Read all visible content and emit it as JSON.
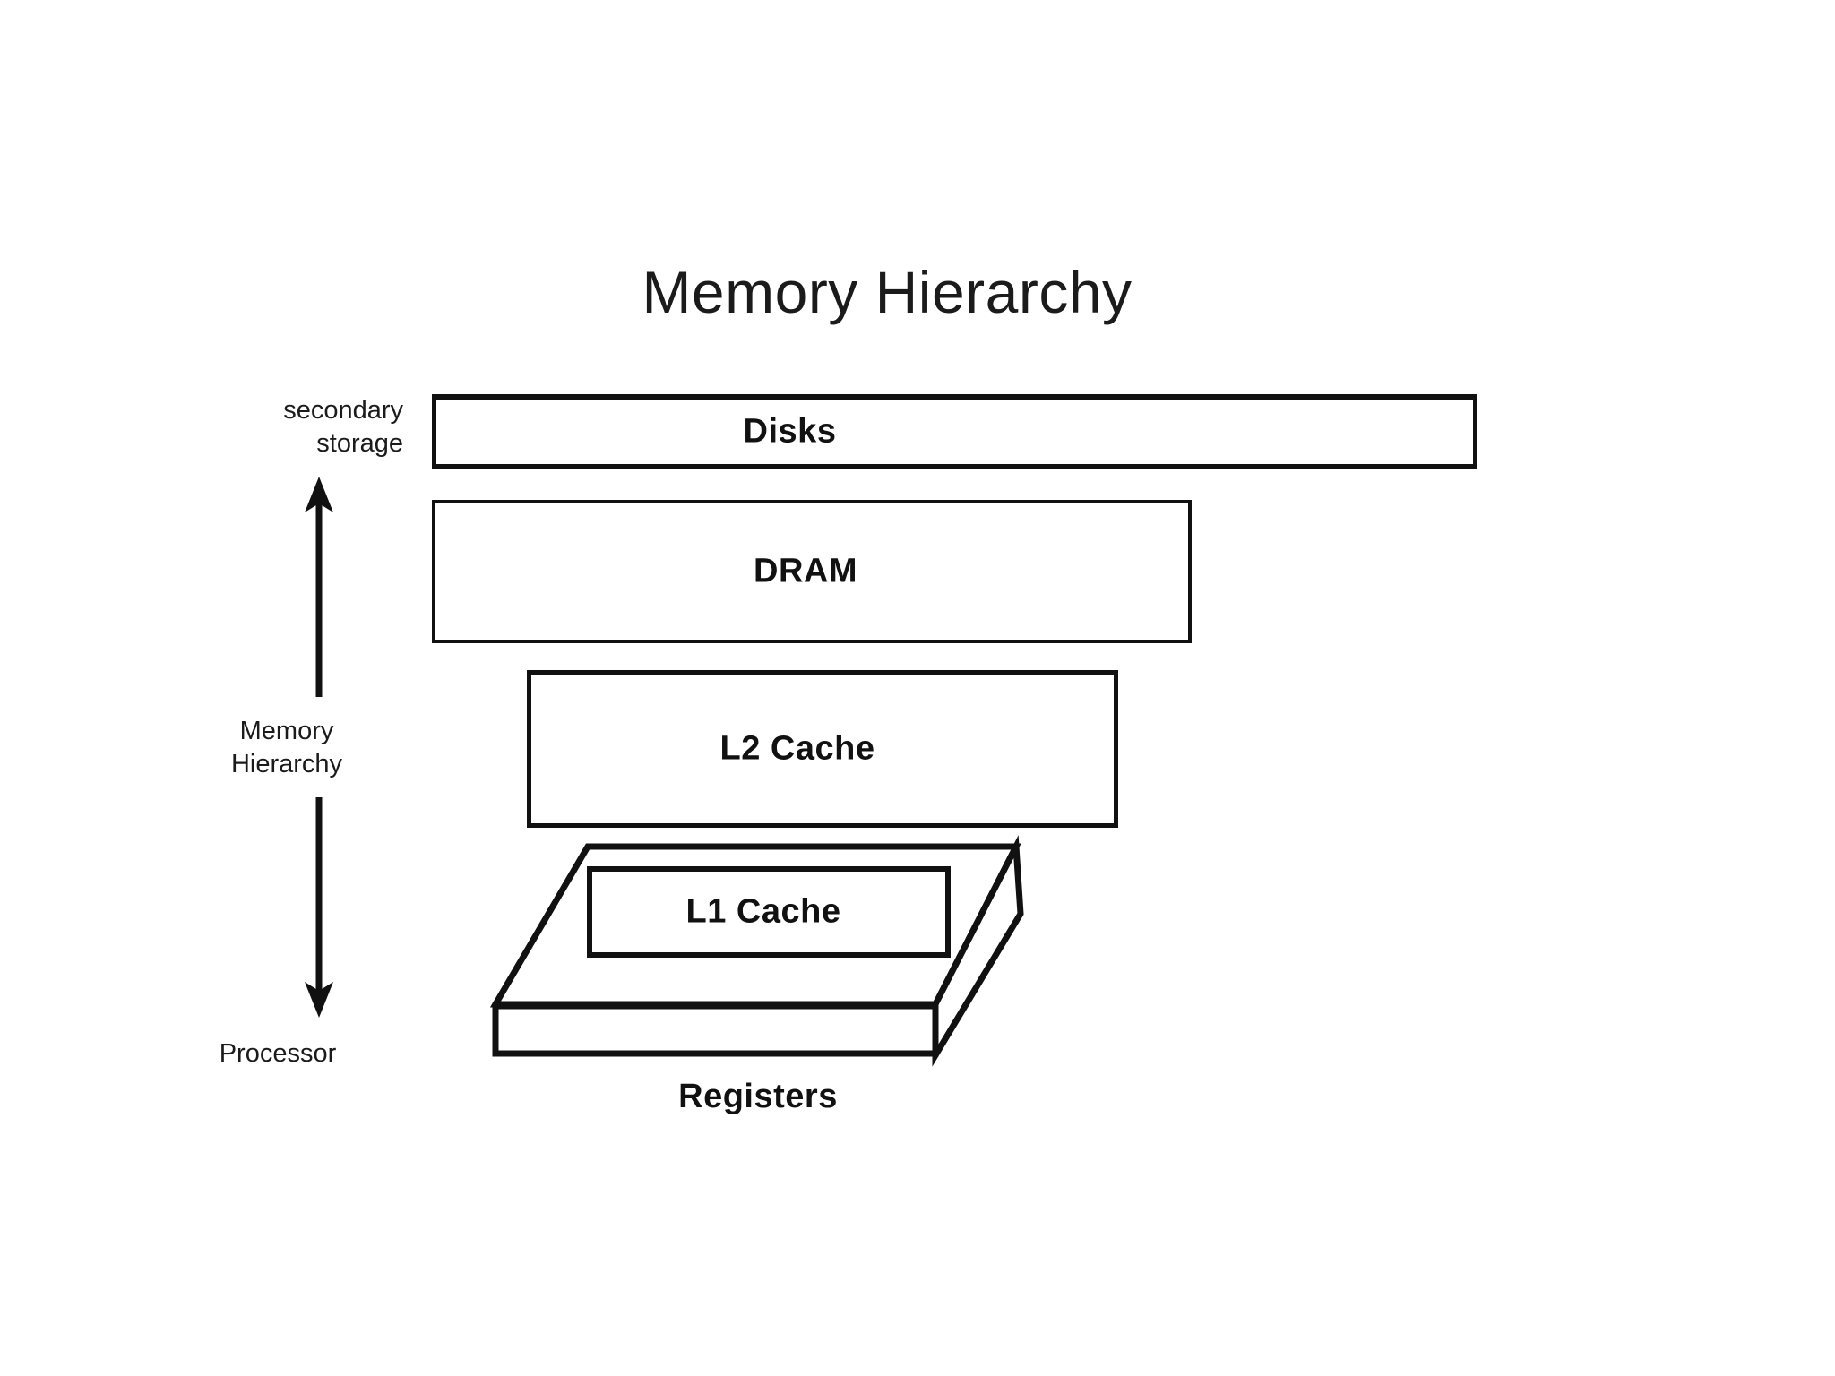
{
  "diagram": {
    "title": "Memory Hierarchy",
    "background_color": "#ffffff",
    "stroke_color": "#111111",
    "text_color": "#1b1b1b"
  },
  "axis": {
    "top_label_line1": "secondary",
    "top_label_line2": "storage",
    "middle_label_line1": "Memory",
    "middle_label_line2": "Hierarchy",
    "bottom_label": "Processor",
    "up_arrow_name": "up-arrow-icon",
    "down_arrow_name": "down-arrow-icon"
  },
  "levels": [
    {
      "id": "disks",
      "label": "Disks"
    },
    {
      "id": "dram",
      "label": "DRAM"
    },
    {
      "id": "l2-cache",
      "label": "L2 Cache"
    },
    {
      "id": "l1-cache",
      "label": "L1 Cache"
    },
    {
      "id": "registers",
      "label": "Registers"
    }
  ],
  "chart_data": {
    "type": "bar",
    "title": "Memory Hierarchy",
    "orientation": "horizontal",
    "categories": [
      "Disks",
      "DRAM",
      "L2 Cache",
      "L1 Cache",
      "Registers"
    ],
    "values": [
      1166,
      848,
      660,
      406,
      491
    ],
    "value_units": "relative width (px)",
    "xlabel": "",
    "ylabel": "",
    "grid": false,
    "legend": false,
    "annotations": [
      "secondary storage",
      "Memory Hierarchy",
      "Processor"
    ],
    "note": "Stacked hierarchy pyramid: box width decreases from Disks (largest, slowest) down to Registers (smallest, fastest). Registers drawn as a 3D slab with the L1 Cache box resting on its top face."
  }
}
